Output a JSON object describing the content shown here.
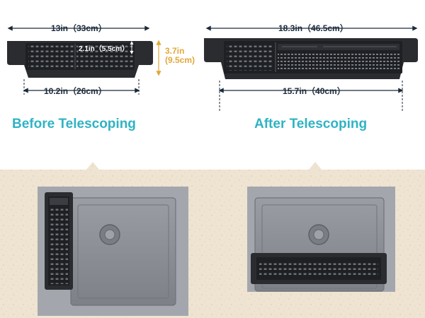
{
  "top_left": {
    "total_length": "13in（33cm）",
    "inner_width": "2.1in（5.5cm）",
    "height": "3.7in\n(9.5cm)",
    "height_line1": "3.7in",
    "height_line2": "(9.5cm)",
    "base_length": "10.2in（26cm）",
    "caption": "Before Telescoping"
  },
  "top_right": {
    "total_length": "18.3in（46.5cm）",
    "base_length": "15.7in（40cm）",
    "caption": "After Telescoping"
  },
  "colors": {
    "caption": "#2fb3c4",
    "dimension_dark": "#1b2a3a",
    "dimension_gold": "#e0a83a",
    "countertop": "#efe3d2",
    "sink": "#8f9399",
    "basket": "#2a2c30"
  }
}
